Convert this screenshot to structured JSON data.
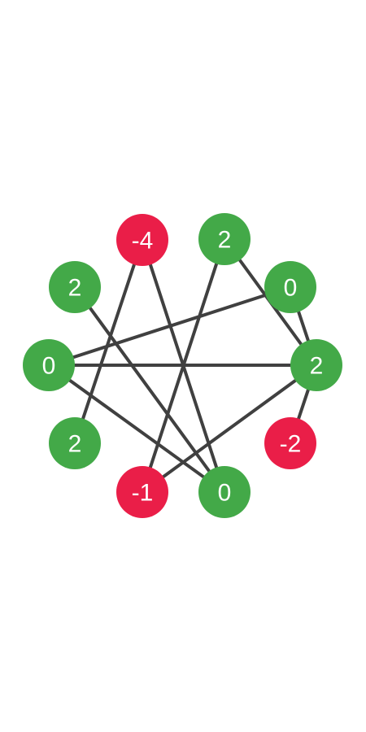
{
  "colors": {
    "positive": "#43a948",
    "negative": "#ea1e48",
    "edge": "#404040",
    "background": "#ffffff"
  },
  "nodes": [
    {
      "id": "n0",
      "value": "-4",
      "status": "negative"
    },
    {
      "id": "n1",
      "value": "2",
      "status": "positive"
    },
    {
      "id": "n2",
      "value": "0",
      "status": "positive"
    },
    {
      "id": "n3",
      "value": "2",
      "status": "positive"
    },
    {
      "id": "n4",
      "value": "-2",
      "status": "negative"
    },
    {
      "id": "n5",
      "value": "0",
      "status": "positive"
    },
    {
      "id": "n6",
      "value": "-1",
      "status": "negative"
    },
    {
      "id": "n7",
      "value": "2",
      "status": "positive"
    },
    {
      "id": "n8",
      "value": "0",
      "status": "positive"
    },
    {
      "id": "n9",
      "value": "2",
      "status": "positive"
    }
  ],
  "edges": [
    [
      "n0",
      "n7"
    ],
    [
      "n0",
      "n5"
    ],
    [
      "n1",
      "n6"
    ],
    [
      "n1",
      "n3"
    ],
    [
      "n2",
      "n8"
    ],
    [
      "n2",
      "n3"
    ],
    [
      "n8",
      "n3"
    ],
    [
      "n8",
      "n5"
    ],
    [
      "n9",
      "n5"
    ],
    [
      "n3",
      "n6"
    ],
    [
      "n3",
      "n4"
    ]
  ]
}
